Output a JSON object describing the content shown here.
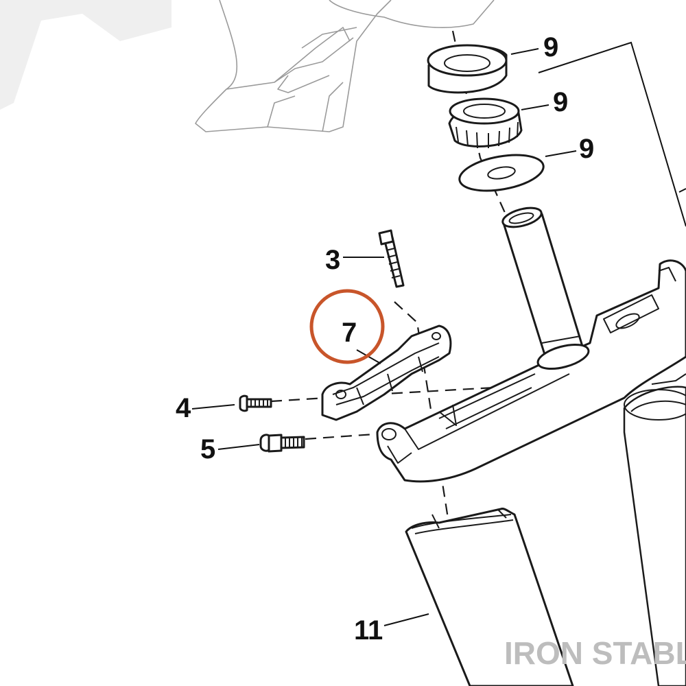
{
  "diagram": {
    "callouts": [
      {
        "id": "9a",
        "label": "9"
      },
      {
        "id": "9b",
        "label": "9"
      },
      {
        "id": "9c",
        "label": "9"
      },
      {
        "id": "3",
        "label": "3"
      },
      {
        "id": "7",
        "label": "7"
      },
      {
        "id": "4",
        "label": "4"
      },
      {
        "id": "5",
        "label": "5"
      },
      {
        "id": "11",
        "label": "11"
      }
    ],
    "highlight": {
      "callout": "7",
      "color": "#c8552a"
    },
    "colors": {
      "line": "#1a1a1a",
      "ghost": "#9a9a9a"
    }
  },
  "watermark": {
    "text": "IRON STABLE",
    "color": "#bdbdbd"
  }
}
